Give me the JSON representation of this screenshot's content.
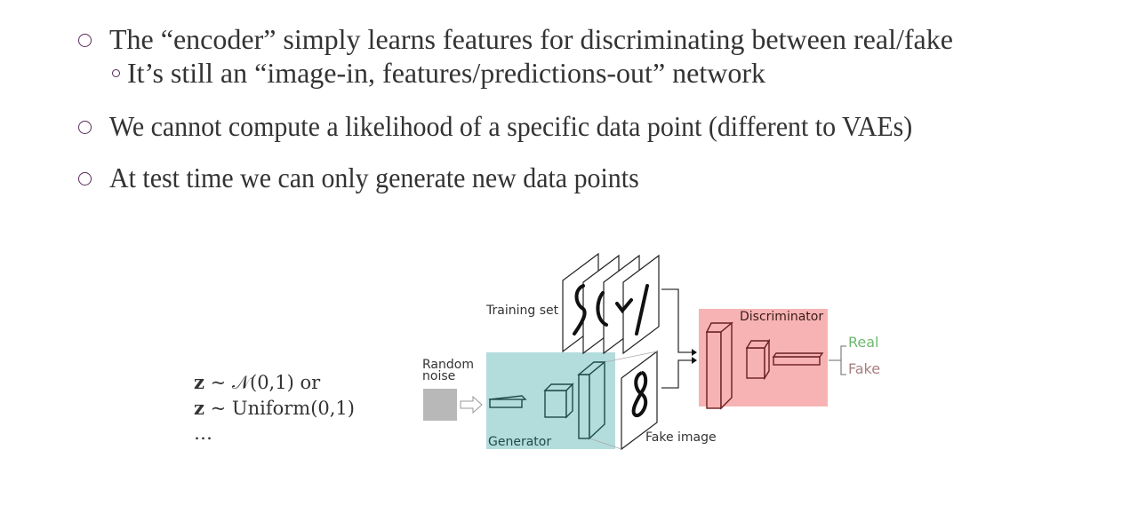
{
  "bullets": [
    {
      "text": "The “encoder” simply learns features for discriminating between real/fake",
      "sub": [
        "It’s still an “image-in, features/predictions-out” network"
      ]
    },
    {
      "text": "We cannot compute a likelihood of a specific data point (different to VAEs)"
    },
    {
      "text": "At test time we can only generate new data points"
    }
  ],
  "formula": {
    "line1_var": "z",
    "line1_rest": " ~ 𝒩(0,1) or",
    "line2_var": "z",
    "line2_rest": " ~ Uniform(0,1)",
    "line3": "…"
  },
  "diagram": {
    "training_set": "Training set",
    "random_noise_1": "Random",
    "random_noise_2": "noise",
    "generator": "Generator",
    "fake_image": "Fake image",
    "discriminator": "Discriminator",
    "real": "Real",
    "fake": "Fake",
    "colors": {
      "generator_bg": "#b3dcdc",
      "discriminator_bg": "#f7b3b3",
      "real": "#6fb86f",
      "fake": "#a77f7f",
      "bullet": "#5a2a5a"
    }
  }
}
